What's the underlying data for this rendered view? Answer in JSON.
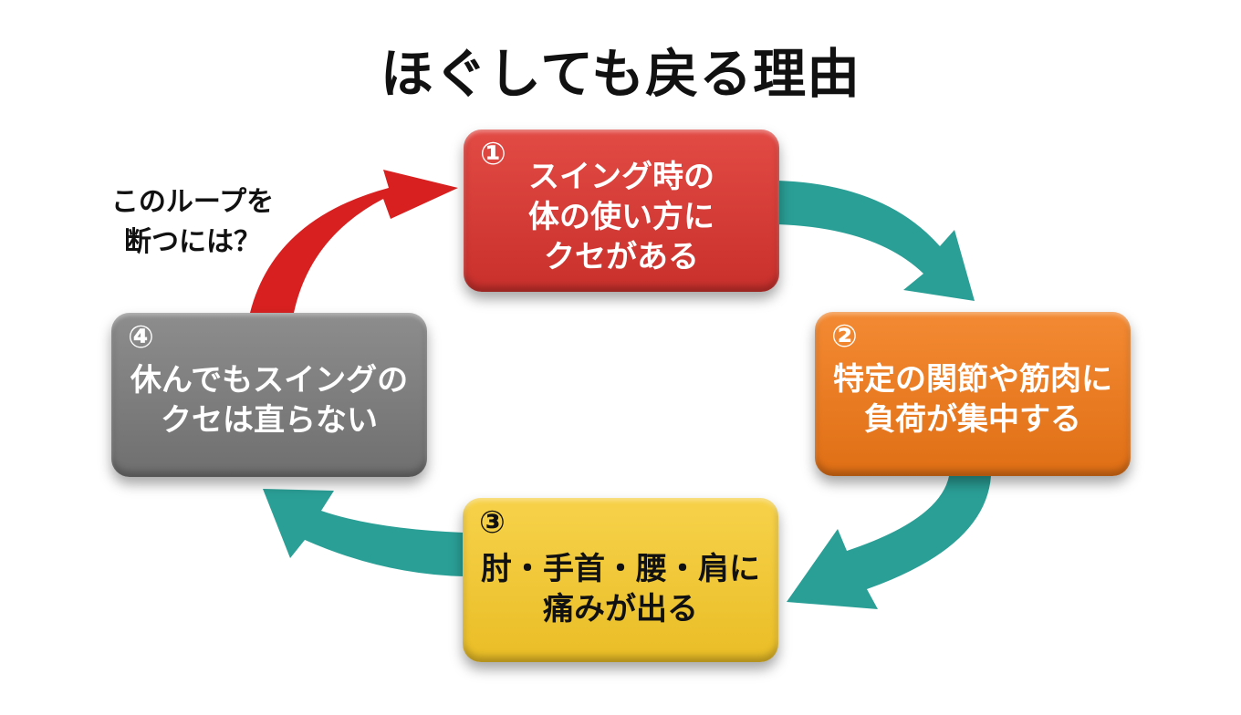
{
  "title": "ほぐしても戻る理由",
  "side_note": {
    "lines": [
      "このループを",
      "断つには？"
    ]
  },
  "steps": [
    {
      "number": "①",
      "lines": [
        "スイング時の",
        "体の使い方に",
        "クセがある"
      ]
    },
    {
      "number": "②",
      "lines": [
        "特定の関節や筋肉に",
        "負荷が集中する"
      ]
    },
    {
      "number": "③",
      "lines": [
        "肘・手首・腰・肩に",
        "痛みが出る"
      ]
    },
    {
      "number": "④",
      "lines": [
        "休んでもスイングの",
        "クセは直らない"
      ]
    }
  ],
  "colors": {
    "step1": "#d63a35",
    "step2": "#ee7d22",
    "step3": "#f2c935",
    "step4": "#7e7e7e",
    "arrow_teal": "#2a9f96",
    "arrow_red": "#d82020"
  }
}
